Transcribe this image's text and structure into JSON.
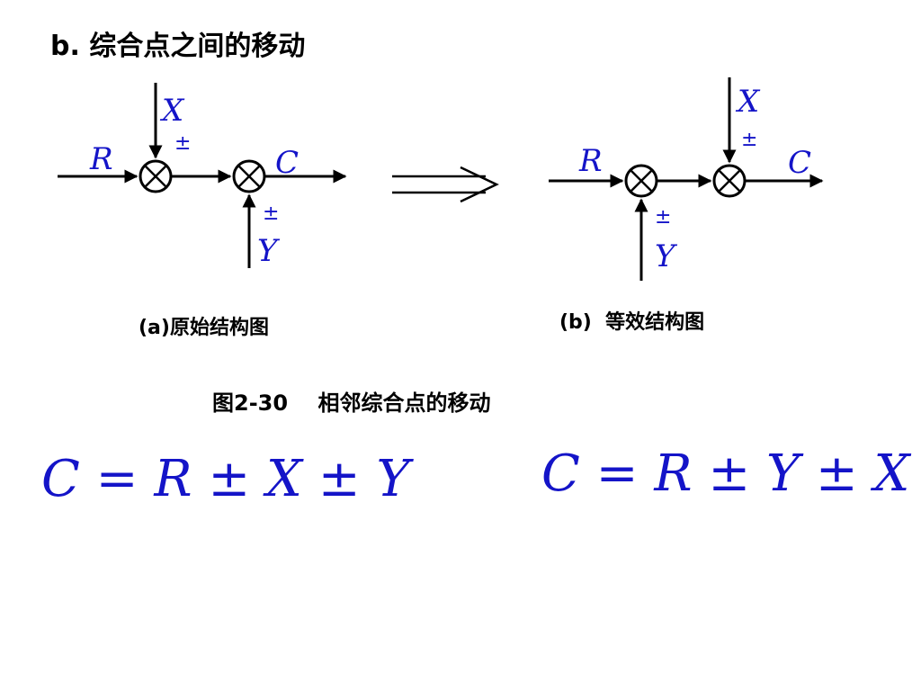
{
  "heading": "b.  综合点之间的移动",
  "diagram_a": {
    "label_R": "R",
    "label_X": "X",
    "label_C": "C",
    "label_Y": "Y",
    "sign_top": "±",
    "sign_bottom": "±",
    "caption": "(a)原始结构图"
  },
  "diagram_b": {
    "label_R": "R",
    "label_X": "X",
    "label_C": "C",
    "label_Y": "Y",
    "sign_top": "±",
    "sign_bottom": "±",
    "caption": "(b)  等效结构图"
  },
  "figure_caption": "图2-30    相邻综合点的移动",
  "equation_a": "C = R ± X ± Y",
  "equation_b": "C = R ± Y ± X",
  "colors": {
    "label": "#1414c8",
    "line": "#000000"
  }
}
